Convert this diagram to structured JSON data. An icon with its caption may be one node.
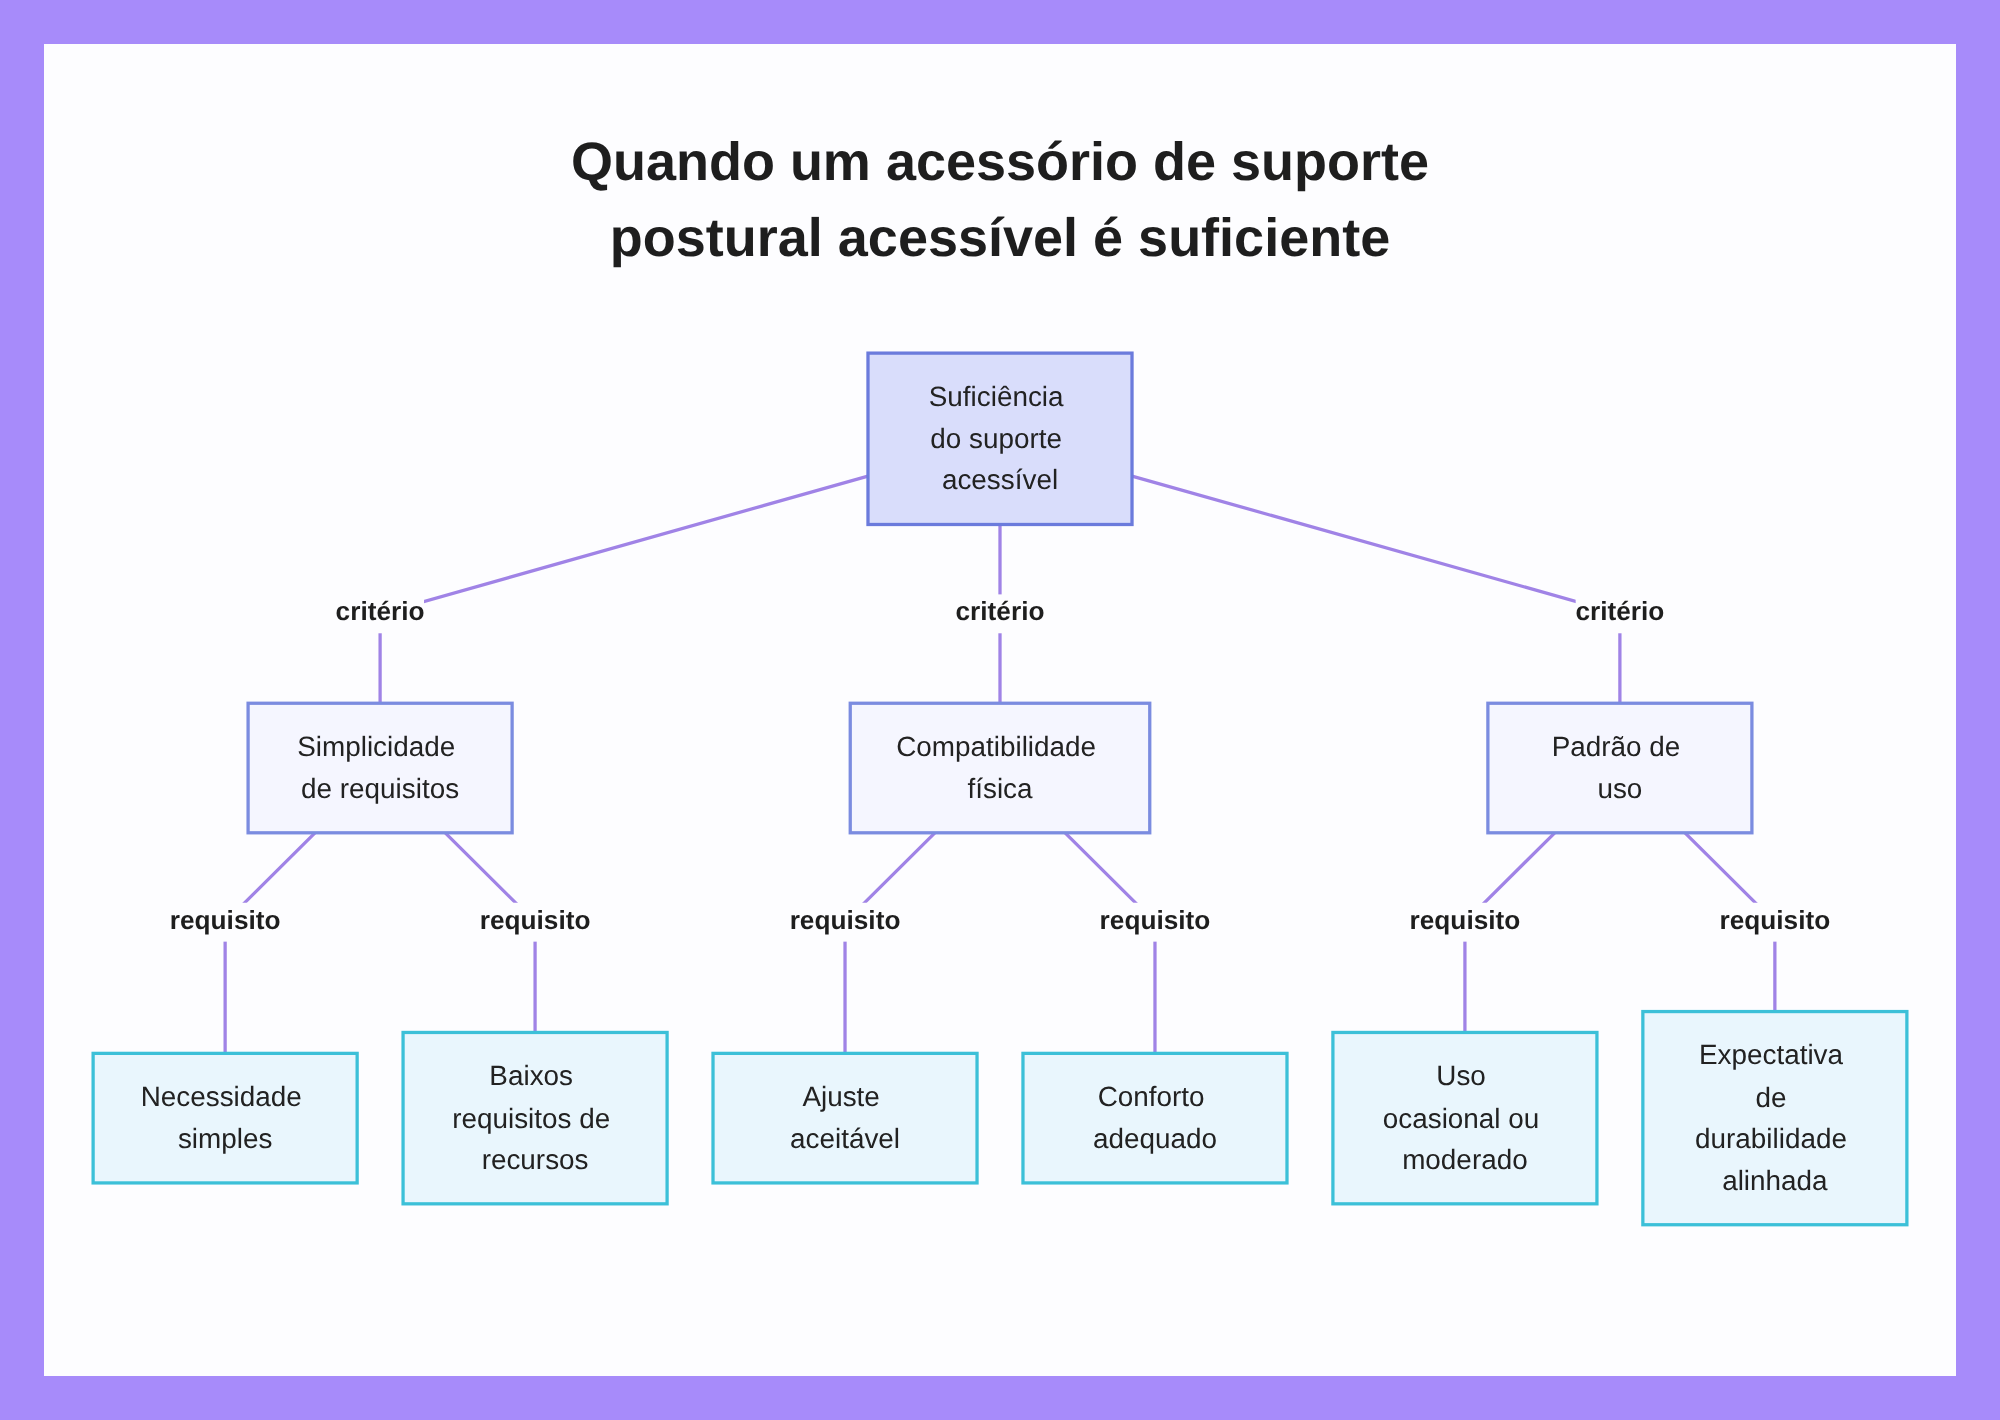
{
  "diagram": {
    "title": "Quando um acessório de suporte postural acessível é suficiente",
    "nodes": [
      {
        "text": [
          "Suficiência do suporte acessível"
        ]
      },
      {
        "text": [
          "Simplicidade de requisitos"
        ]
      },
      {
        "text": [
          "Compatibilidade física"
        ]
      },
      {
        "text": [
          "Padrão de uso"
        ]
      },
      {
        "text": [
          "Necessidade simples"
        ]
      },
      {
        "text": [
          "Baixos requisitos de recursos"
        ]
      },
      {
        "text": [
          "Ajuste aceitável"
        ]
      },
      {
        "text": [
          "Conforto adequado"
        ]
      },
      {
        "text": [
          "Uso ocasional ou moderado"
        ]
      },
      {
        "text": [
          "Expectativa de durabilidade alinhada"
        ]
      }
    ],
    "edges": [
      {
        "from": 0,
        "to": 1,
        "arrow": "none",
        "label": "critério"
      },
      {
        "from": 0,
        "to": 2,
        "arrow": "none",
        "label": "critério"
      },
      {
        "from": 0,
        "to": 3,
        "arrow": "none",
        "label": "critério"
      },
      {
        "from": 1,
        "to": 4,
        "arrow": "none",
        "label": "requisito"
      },
      {
        "from": 1,
        "to": 5,
        "arrow": "none",
        "label": "requisito"
      },
      {
        "from": 2,
        "to": 6,
        "arrow": "none",
        "label": "requisito"
      },
      {
        "from": 2,
        "to": 7,
        "arrow": "none",
        "label": "requisito"
      },
      {
        "from": 3,
        "to": 8,
        "arrow": "none",
        "label": "requisito"
      },
      {
        "from": 3,
        "to": 9,
        "arrow": "none",
        "label": "requisito"
      }
    ]
  }
}
